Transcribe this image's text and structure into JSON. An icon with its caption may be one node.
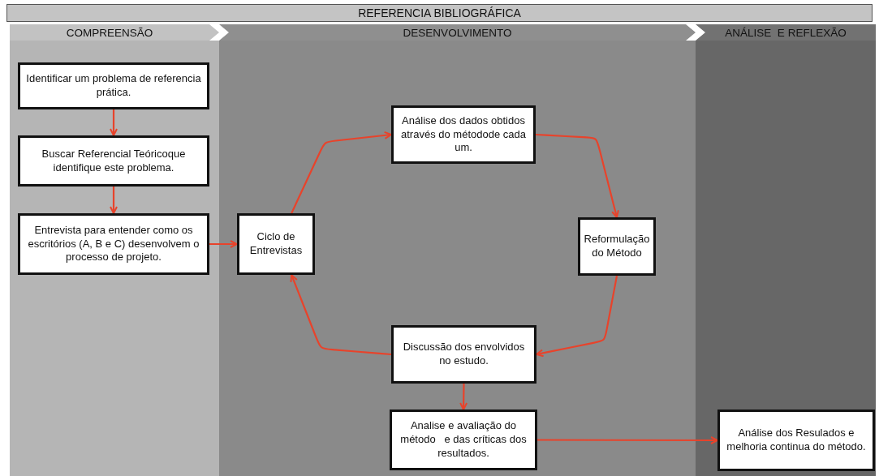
{
  "diagram": {
    "nodes": [
      {
        "text": [
          "REFERENCIA BIBLIOGRÁFICA"
        ]
      },
      {
        "text": [
          "COMPREENSÃO"
        ]
      },
      {
        "text": [
          "DESENVOLVIMENTO"
        ]
      },
      {
        "text": [
          "ANÁLISE  E REFLEXÃO"
        ]
      },
      {
        "text": [
          "Identificar um problema de referencia prática."
        ],
        "in": 1
      },
      {
        "text": [
          "Buscar Referencial Teóricoque identifique este problema."
        ],
        "in": 1
      },
      {
        "text": [
          "Entrevista para entender como os escritórios (A, B e C) desenvolvem o processo de projeto."
        ],
        "in": 1
      },
      {
        "text": [
          "Ciclo de Entrevistas"
        ],
        "in": 2
      },
      {
        "text": [
          "Análise dos dados obtidos através do métodode cada um."
        ],
        "in": 2
      },
      {
        "text": [
          "Reformulação do Método"
        ],
        "in": 2
      },
      {
        "text": [
          "Discussão dos envolvidos no estudo."
        ],
        "in": 2
      },
      {
        "text": [
          "Analise e avaliação do método   e das críticas dos resultados."
        ],
        "in": 2
      },
      {
        "text": [
          "Análise dos Resulados e melhoria continua do método."
        ],
        "in": 3
      }
    ],
    "edges": [
      {
        "from": 4,
        "to": 5,
        "arrow": "to"
      },
      {
        "from": 5,
        "to": 6,
        "arrow": "to"
      },
      {
        "from": 6,
        "to": 7,
        "arrow": "to"
      },
      {
        "from": 7,
        "to": 8,
        "arrow": "to"
      },
      {
        "from": 8,
        "to": 9,
        "arrow": "to"
      },
      {
        "from": 9,
        "to": 10,
        "arrow": "to"
      },
      {
        "from": 10,
        "to": 7,
        "arrow": "to"
      },
      {
        "from": 10,
        "to": 11,
        "arrow": "to"
      },
      {
        "from": 11,
        "to": 12,
        "arrow": "to"
      }
    ]
  }
}
